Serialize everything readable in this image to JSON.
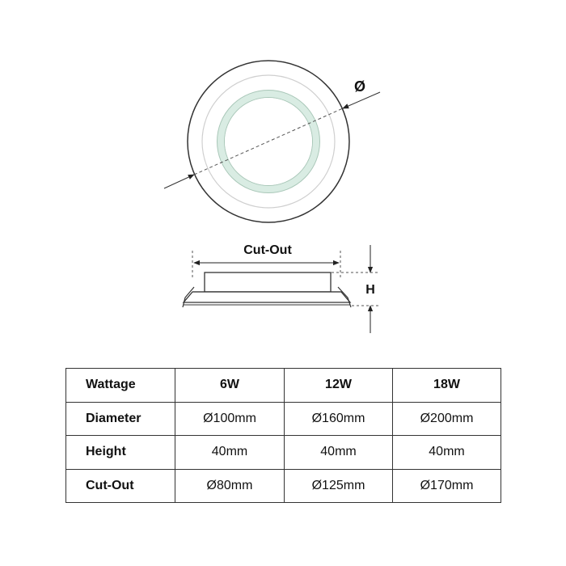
{
  "labels": {
    "diameter_symbol": "Ø",
    "cutout": "Cut-Out",
    "height_symbol": "H"
  },
  "spec_table": {
    "rows": [
      [
        "Wattage",
        "6W",
        "12W",
        "18W"
      ],
      [
        "Diameter",
        "Ø100mm",
        "Ø160mm",
        "Ø200mm"
      ],
      [
        "Height",
        "40mm",
        "40mm",
        "40mm"
      ],
      [
        "Cut-Out",
        "Ø80mm",
        "Ø125mm",
        "Ø170mm"
      ]
    ]
  },
  "colors": {
    "line": "#333333",
    "glass_ring": "#d9ece3",
    "glass_ring_stroke": "#a9c7b8"
  }
}
